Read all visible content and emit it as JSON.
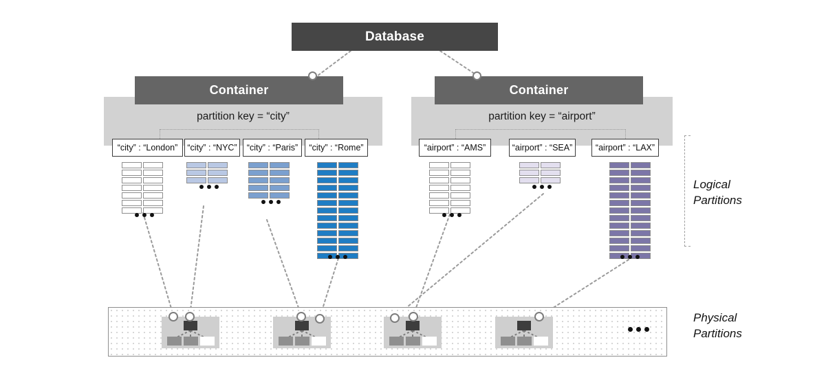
{
  "diagram": {
    "title_top": "Database",
    "labels": {
      "logical": "Logical\nPartitions",
      "logical_line1": "Logical",
      "logical_line2": "Partitions",
      "physical_line1": "Physical",
      "physical_line2": "Partitions",
      "ellipsis": "•••"
    },
    "containers": [
      {
        "name": "Container",
        "partition_key_label": "partition key = “city”",
        "logical_partitions": [
          {
            "key_label": "“city” : “London”",
            "rows": 7,
            "color": "#ffffff",
            "border": "#8d8d8d",
            "has_ellipsis": true
          },
          {
            "key_label": "“city” : “NYC”",
            "rows": 3,
            "color": "#b9c8e4",
            "border": "#8d8d8d",
            "has_ellipsis": true
          },
          {
            "key_label": "“city” : “Paris”",
            "rows": 5,
            "color": "#7ba0cf",
            "border": "#8d8d8d",
            "has_ellipsis": true
          },
          {
            "key_label": "“city” : “Rome”",
            "rows": 13,
            "color": "#1f7dc4",
            "border": "#8d8d8d",
            "has_ellipsis": true
          }
        ]
      },
      {
        "name": "Container",
        "partition_key_label": "partition key = “airport”",
        "logical_partitions": [
          {
            "key_label": "“airport” : “AMS”",
            "rows": 7,
            "color": "#ffffff",
            "border": "#8d8d8d",
            "has_ellipsis": true
          },
          {
            "key_label": "“airport” : “SEA”",
            "rows": 3,
            "color": "#e3dfef",
            "border": "#8d8d8d",
            "has_ellipsis": true
          },
          {
            "key_label": "“airport” : “LAX”",
            "rows": 13,
            "color": "#7c76a8",
            "border": "#8d8d8d",
            "has_ellipsis": true
          }
        ]
      }
    ],
    "physical_partitions": {
      "count": 4,
      "trailing_ellipsis": "•••",
      "icon": {
        "leaf_count": 3
      }
    },
    "colors": {
      "database_box": "#464646",
      "container_box": "#656565",
      "panel": "#d2d2d2",
      "connector": "#9a9a9a",
      "chip_border": "#3a3a3a",
      "physical_card": "#cfcfcf",
      "physical_node": "#3d3d3d"
    }
  }
}
